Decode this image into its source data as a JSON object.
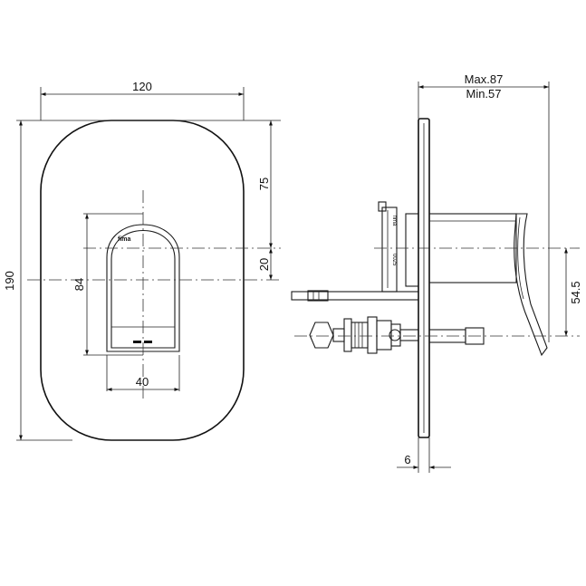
{
  "front_view": {
    "width_label": "120",
    "height_label": "190",
    "handle_offset_label": "75",
    "center_offset_label": "20",
    "handle_height_label": "84",
    "handle_width_label": "40",
    "brand_label": "fima"
  },
  "side_view": {
    "max_depth_label": "Max.87",
    "min_depth_label": "Min.57",
    "axis_distance_label": "54.5",
    "plate_thickness_label": "6",
    "cartridge_marks": [
      "fima",
      "0025"
    ]
  }
}
